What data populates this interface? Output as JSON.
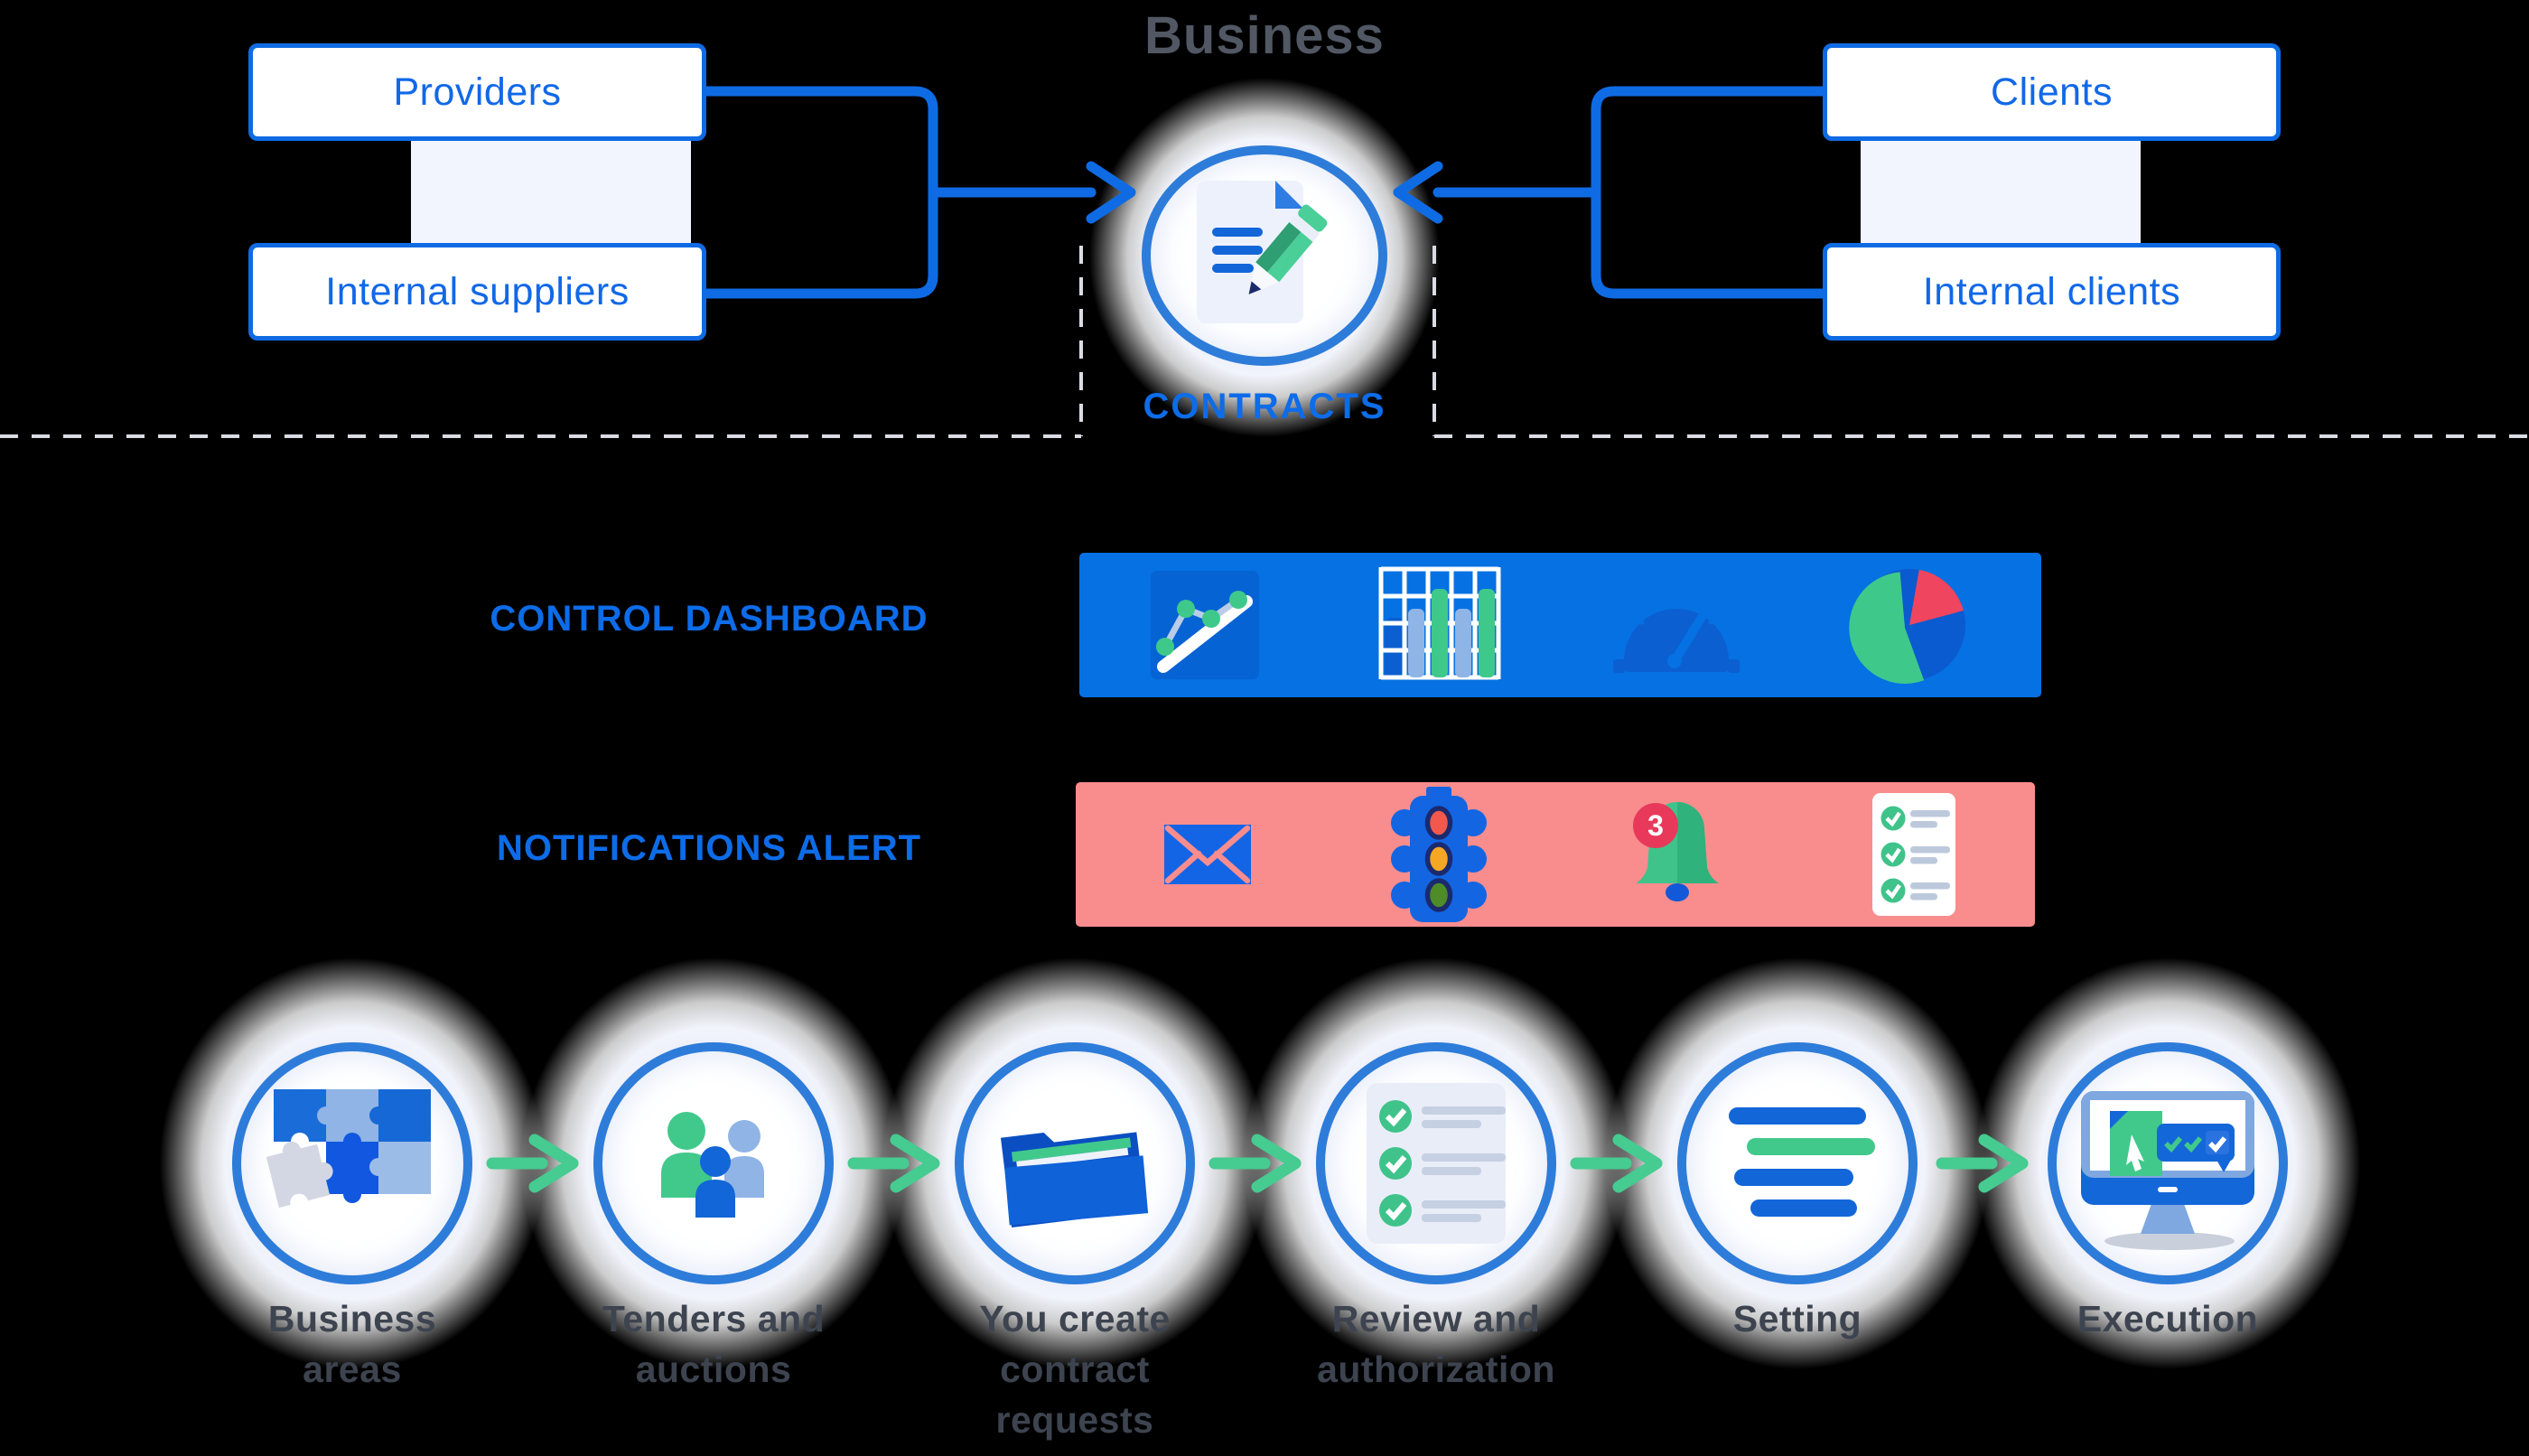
{
  "title": "Business",
  "hub": {
    "label": "CONTRACTS",
    "icon": "contract-edit-icon"
  },
  "entities": {
    "left": [
      {
        "label": "Providers"
      },
      {
        "label": "Internal suppliers"
      }
    ],
    "right": [
      {
        "label": "Clients"
      },
      {
        "label": "Internal clients"
      }
    ]
  },
  "feature_rows": [
    {
      "label": "CONTROL DASHBOARD",
      "bar_color": "#0671e2",
      "icons": [
        "line-chart-icon",
        "bar-chart-icon",
        "gauge-icon",
        "pie-chart-icon"
      ]
    },
    {
      "label": "NOTIFICATIONS ALERT",
      "bar_color": "#f98d8d",
      "icons": [
        "envelope-icon",
        "traffic-light-icon",
        "bell-icon",
        "checklist-icon"
      ],
      "badge_count": "3"
    }
  ],
  "process_steps": [
    {
      "label": "Business\nareas",
      "icon": "puzzle-icon"
    },
    {
      "label": "Tenders and\nauctions",
      "icon": "people-icon"
    },
    {
      "label": "You create\ncontract\nrequests",
      "icon": "folder-icon"
    },
    {
      "label": "Review and\nauthorization",
      "icon": "checklist-card-icon"
    },
    {
      "label": "Setting",
      "icon": "text-lines-icon"
    },
    {
      "label": "Execution",
      "icon": "monitor-icon"
    }
  ],
  "colors": {
    "accent_blue": "#0f6be4",
    "ring_blue": "#2e7cd9",
    "green": "#3fc38b",
    "bar_blue": "#0671e2",
    "bar_pink": "#f98d8d",
    "red": "#ef4b5f",
    "amber": "#f5a623",
    "navy": "#1b2a6e",
    "label_gray": "#3d4450",
    "text_blue": "#0d6ce8",
    "light_blue": "#8fb4e6"
  }
}
